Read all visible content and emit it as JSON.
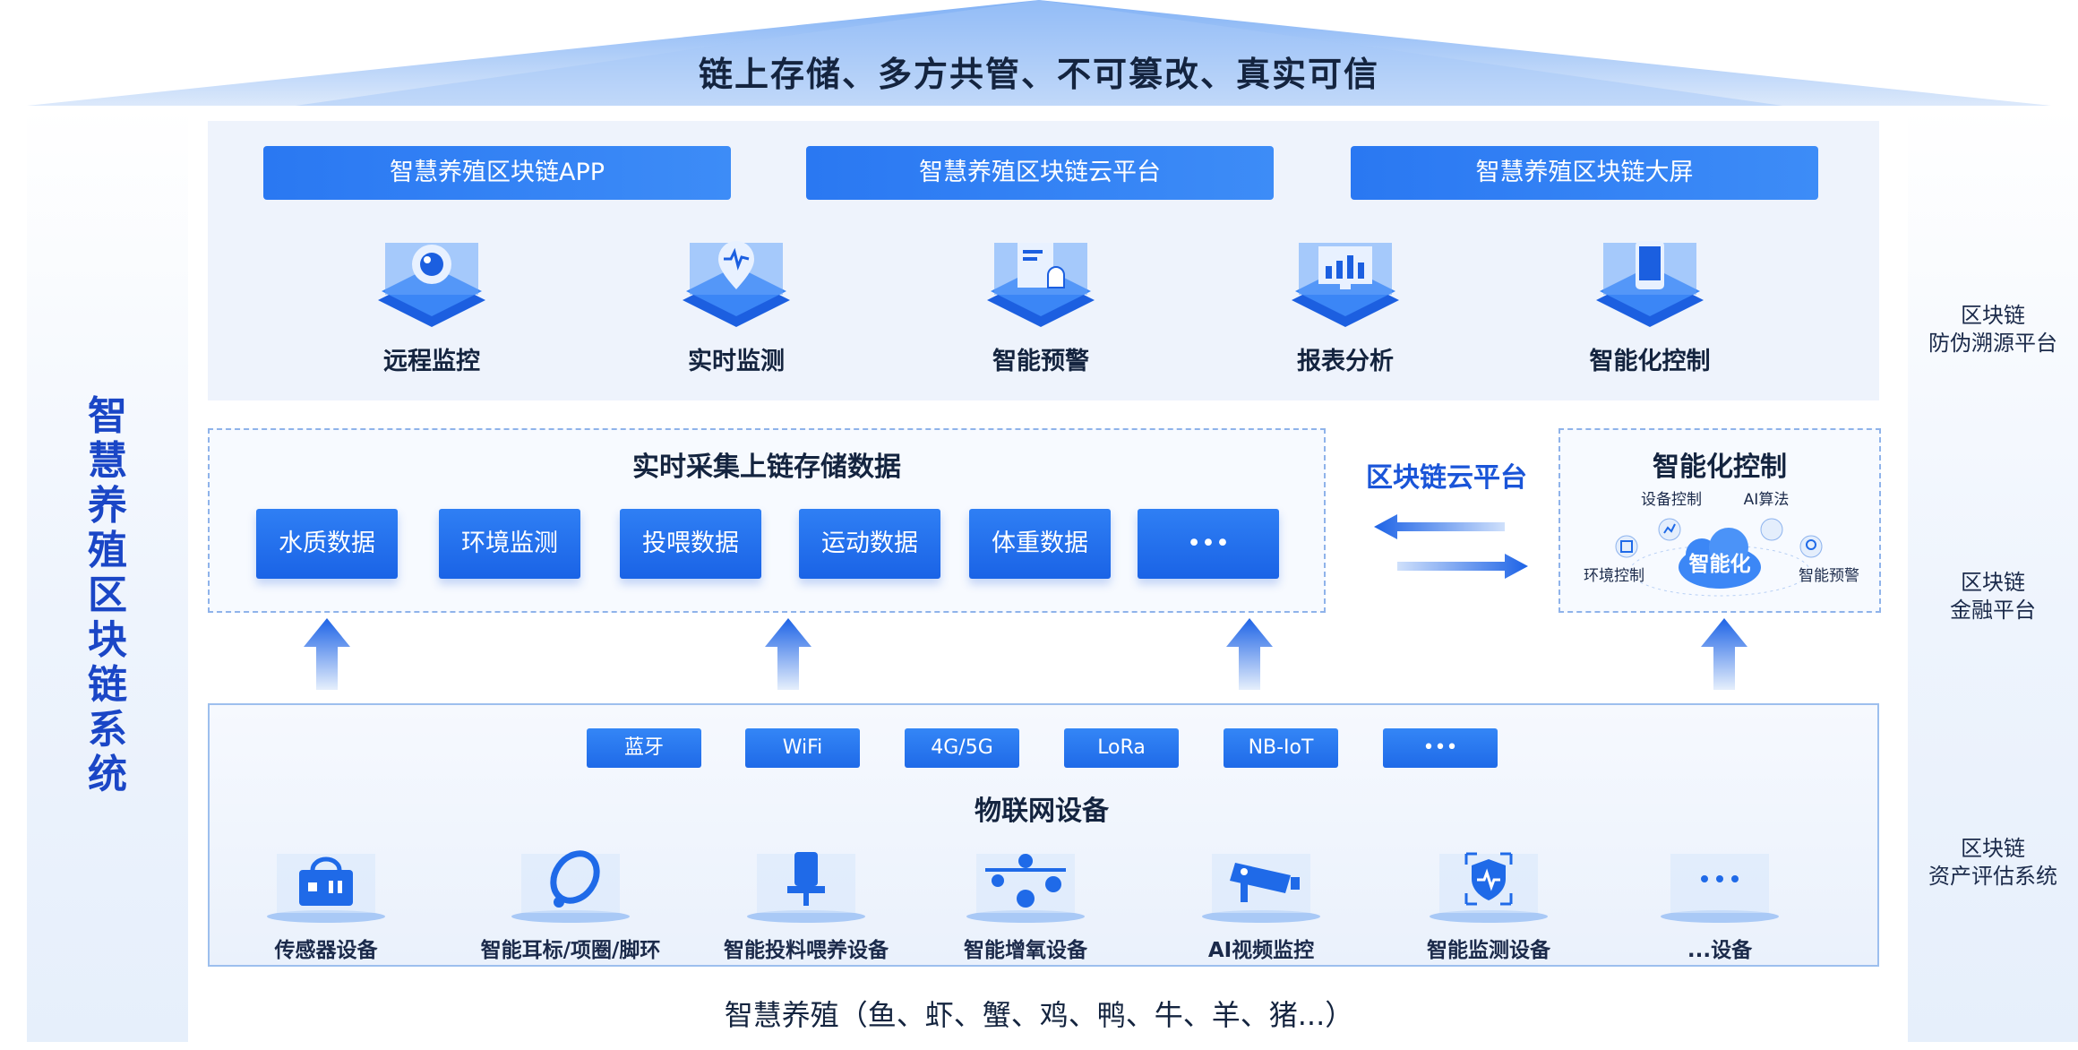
{
  "roof": {
    "text": "链上存储、多方共管、不可篡改、真实可信"
  },
  "system_title": "智慧养殖区块链系统",
  "right_labels": [
    {
      "line1": "区块链",
      "line2": "防伪溯源平台"
    },
    {
      "line1": "区块链",
      "line2": "金融平台"
    },
    {
      "line1": "区块链",
      "line2": "资产评估系统"
    }
  ],
  "platforms": [
    "智慧养殖区块链APP",
    "智慧养殖区块链云平台",
    "智慧养殖区块链大屏"
  ],
  "functions": [
    {
      "label": "远程监控",
      "icon": "camera-icon"
    },
    {
      "label": "实时监测",
      "icon": "location-pulse-icon"
    },
    {
      "label": "智能预警",
      "icon": "alarm-icon"
    },
    {
      "label": "报表分析",
      "icon": "bar-chart-icon"
    },
    {
      "label": "智能化控制",
      "icon": "phone-icon"
    }
  ],
  "data_section": {
    "title": "实时采集上链存储数据",
    "items": [
      "水质数据",
      "环境监测",
      "投喂数据",
      "运动数据",
      "体重数据",
      "•••"
    ]
  },
  "cloud_label": "区块链云平台",
  "control_section": {
    "title": "智能化控制",
    "center": "智能化",
    "items": [
      "设备控制",
      "AI算法",
      "环境控制",
      "智能预警"
    ]
  },
  "protocols": [
    "蓝牙",
    "WiFi",
    "4G/5G",
    "LoRa",
    "NB-IoT",
    "•••"
  ],
  "iot_title": "物联网设备",
  "devices": [
    {
      "label": "传感器设备",
      "icon": "sensor-icon"
    },
    {
      "label": "智能耳标/项圈/脚环",
      "icon": "collar-icon"
    },
    {
      "label": "智能投料喂养设备",
      "icon": "feeder-icon"
    },
    {
      "label": "智能增氧设备",
      "icon": "aerator-icon"
    },
    {
      "label": "AI视频监控",
      "icon": "cctv-icon"
    },
    {
      "label": "智能监测设备",
      "icon": "shield-pulse-icon"
    },
    {
      "label": "...设备",
      "icon": "more-icon"
    }
  ],
  "bottom_text": "智慧养殖（鱼、虾、蟹、鸡、鸭、牛、羊、猪...）",
  "colors": {
    "primary": "#1f6ae8",
    "title_blue": "#1a46c6",
    "panel": "#eef3fc"
  }
}
